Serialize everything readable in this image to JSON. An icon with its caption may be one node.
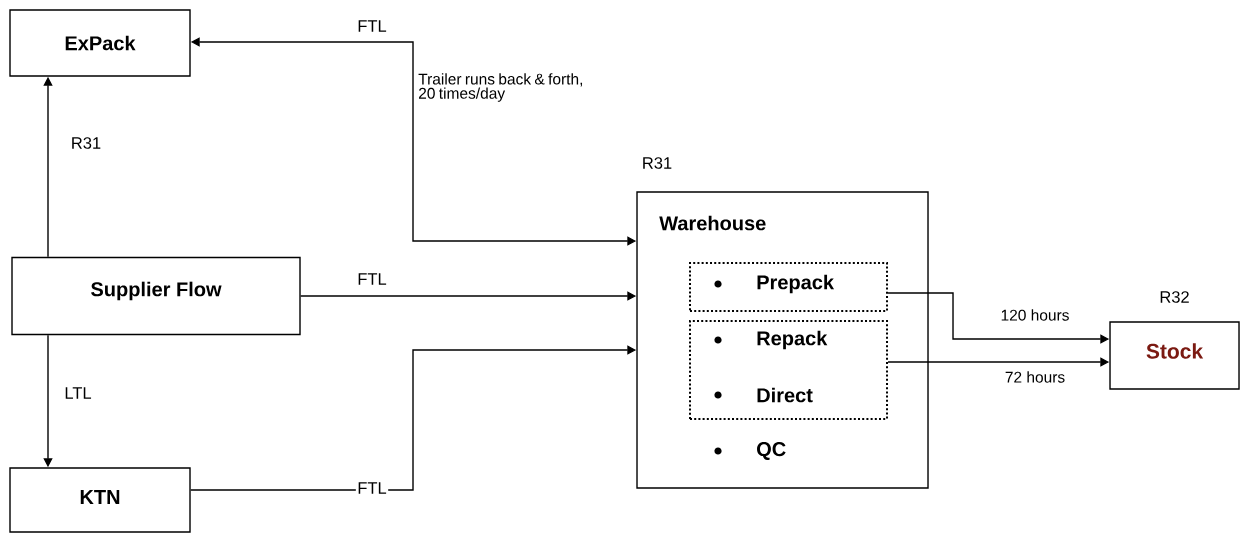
{
  "diagram": {
    "nodes": [
      {
        "text": [
          "ExPack"
        ]
      },
      {
        "text": [
          "Supplier Flow"
        ]
      },
      {
        "text": [
          "KTN"
        ]
      },
      {
        "text": [
          "Warehouse",
          "QC"
        ],
        "beside": [
          "R31"
        ]
      },
      {
        "text": [
          "Prepack"
        ],
        "in": 3
      },
      {
        "text": [
          "Repack",
          "Direct"
        ],
        "in": 3
      },
      {
        "text": [
          "Stock"
        ],
        "beside": [
          "R32"
        ]
      }
    ],
    "edges": [
      {
        "from": 3,
        "to": 0,
        "arrow": "both",
        "label": "FTL"
      },
      {
        "from": 1,
        "to": 0,
        "arrow": "to",
        "label": "R31"
      },
      {
        "from": 1,
        "to": 3,
        "arrow": "to",
        "label": "FTL"
      },
      {
        "from": 1,
        "to": 2,
        "arrow": "to",
        "label": "LTL"
      },
      {
        "from": 2,
        "to": 3,
        "arrow": "to",
        "label": "FTL"
      },
      {
        "from": 4,
        "to": 6,
        "arrow": "to",
        "label": "120 hours"
      },
      {
        "from": 5,
        "to": 6,
        "arrow": "to",
        "label": "72 hours"
      }
    ],
    "labels": [
      "Trailer runs back & forth, 20 times/day"
    ]
  }
}
